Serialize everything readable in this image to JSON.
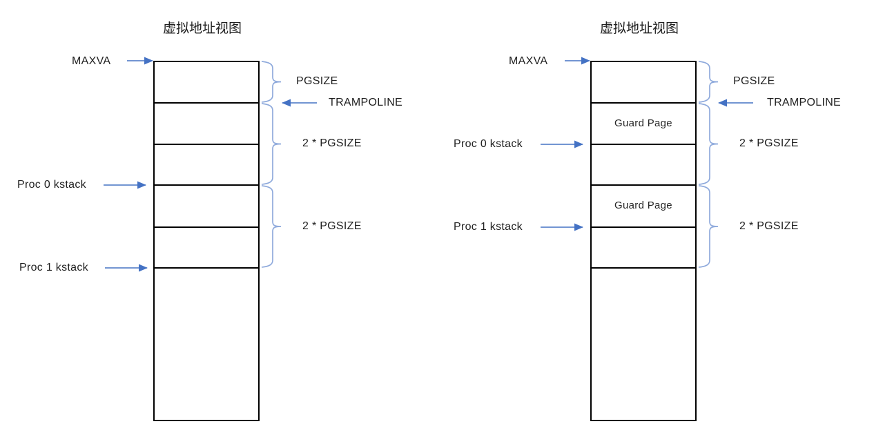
{
  "colors": {
    "arrow_blue": "#4472C4",
    "brace_blue": "#8FAADC",
    "box_line": "#000000",
    "text": "#212121"
  },
  "left_diagram": {
    "title": "虚拟地址视图",
    "maxva_label": "MAXVA",
    "proc0_kstack_label": "Proc 0 kstack",
    "proc1_kstack_label": "Proc 1 kstack",
    "pgsize_label": "PGSIZE",
    "trampoline_label": "TRAMPOLINE",
    "two_pgsize_upper_label": "2 * PGSIZE",
    "two_pgsize_lower_label": "2 * PGSIZE"
  },
  "right_diagram": {
    "title": "虚拟地址视图",
    "maxva_label": "MAXVA",
    "proc0_kstack_label": "Proc 0 kstack",
    "proc1_kstack_label": "Proc 1 kstack",
    "pgsize_label": "PGSIZE",
    "trampoline_label": "TRAMPOLINE",
    "two_pgsize_upper_label": "2 * PGSIZE",
    "two_pgsize_lower_label": "2 * PGSIZE",
    "guard_page_upper_label": "Guard Page",
    "guard_page_lower_label": "Guard Page"
  }
}
